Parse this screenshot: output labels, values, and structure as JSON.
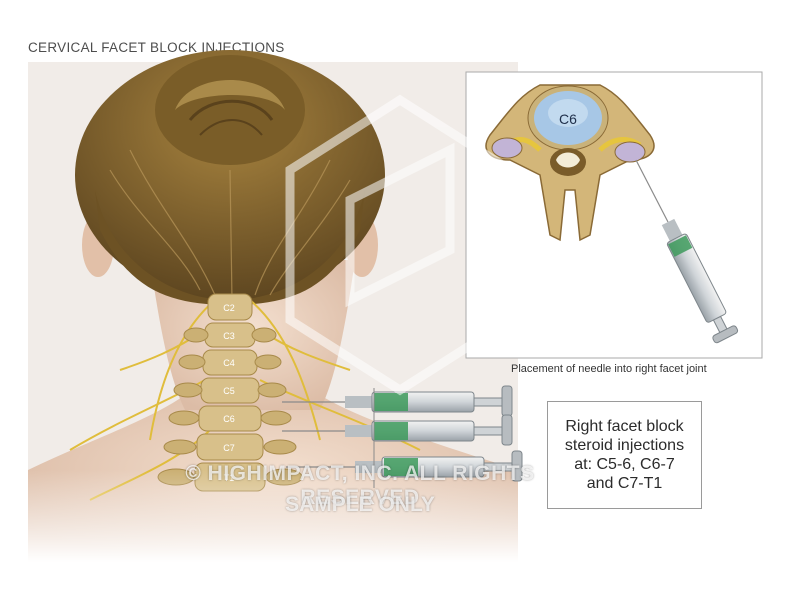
{
  "title": "CERVICAL FACET BLOCK INJECTIONS",
  "inset": {
    "vertebra_label": "C6",
    "caption": "Placement of needle into right facet joint"
  },
  "spine_labels": [
    "C2",
    "C3",
    "C4",
    "C5",
    "C6",
    "C7",
    "T1"
  ],
  "callout": {
    "line1": "Right facet block",
    "line2": "steroid injections",
    "line3": "at: C5-6, C6-7",
    "line4": "and C7-T1"
  },
  "watermark": {
    "line1": "© HIGHIMPACT, INC. ALL RIGHTS RESERVED",
    "line2": "SAMPLE ONLY"
  },
  "colors": {
    "hair": "#8a6a2e",
    "skin": "#efd8c6",
    "bone": "#d8c08a",
    "nerve": "#e8c84a",
    "syringe_fluid": "#3d9a5c",
    "disc": "#a7c7e6"
  }
}
